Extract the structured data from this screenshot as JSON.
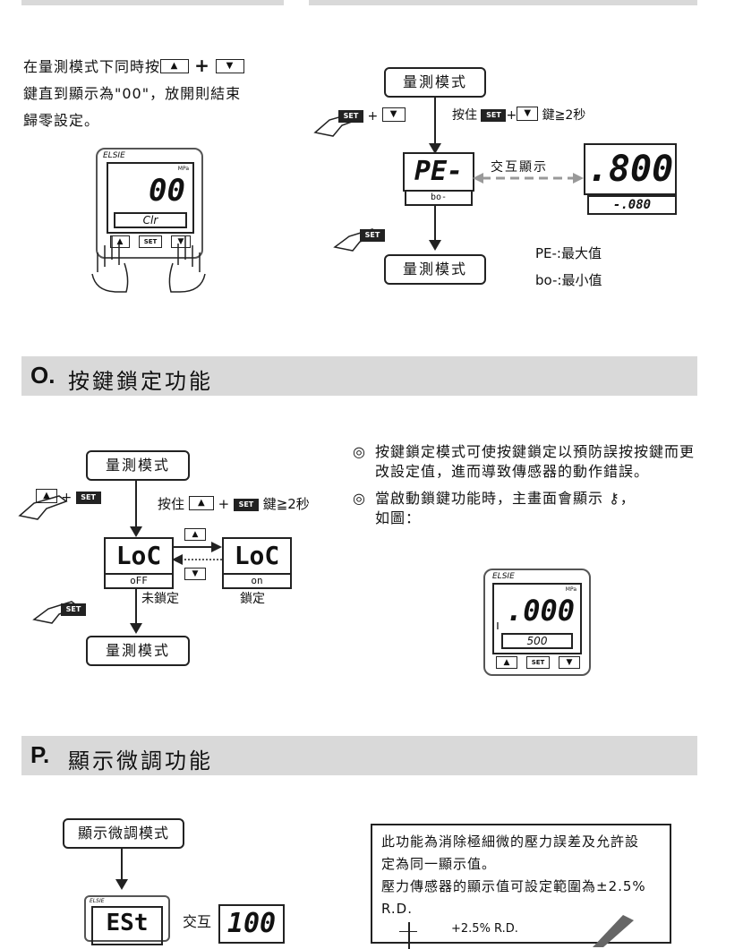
{
  "section_n": {
    "left_text": [
      "在量測模式下同時按",
      "鍵直到顯示為\"00\"，放開則結束",
      "歸零設定。"
    ],
    "device_brand": "ELSIE",
    "device_main": "00",
    "device_sub": "Clr",
    "device_unit": "MPa",
    "set_label": "SET",
    "flow_top": "量測模式",
    "flow_bottom": "量測模式",
    "flow_instruction": "按住",
    "flow_instruction_tail": "鍵≧2秒",
    "lcd_pe": "PE-",
    "lcd_bo": "bo-",
    "alt_label": "交互顯示",
    "lcd_big": ".800",
    "lcd_small": "-.080",
    "legend_pe": "PE-:最大值",
    "legend_bo": "bo-:最小值"
  },
  "section_o": {
    "letter": "O.",
    "title": "按鍵鎖定功能",
    "flow_top": "量測模式",
    "flow_bottom": "量測模式",
    "instruction": "按住",
    "instruction_tail": "鍵≧2秒",
    "loc_left": "LoC",
    "loc_left_state": "oFF",
    "loc_left_label": "未鎖定",
    "loc_right": "LoC",
    "loc_right_state": "on",
    "loc_right_label": "鎖定",
    "bullet1": "按鍵鎖定模式可使按鍵鎖定以預防誤按按鍵而更改設定值，進而導致傳感器的動作錯誤。",
    "bullet2": "當啟動鎖鍵功能時，主畫面會顯示",
    "bullet2_tail": "如圖：",
    "device_brand": "ELSIE",
    "device_main": ".000",
    "device_sub": "500",
    "device_unit": "MPa"
  },
  "section_p": {
    "letter": "P.",
    "title": "顯示微調功能",
    "flow_top": "顯示微調模式",
    "device_main": "ESt",
    "alt_label": "交互",
    "lcd_right": "100",
    "note_line1": "此功能為消除極細微的壓力誤差及允許設定為同一顯示值。",
    "note_line2": "壓力傳感器的顯示值可設定範圍為±2.5% R.D.",
    "note_chart": "+2.5% R.D."
  }
}
